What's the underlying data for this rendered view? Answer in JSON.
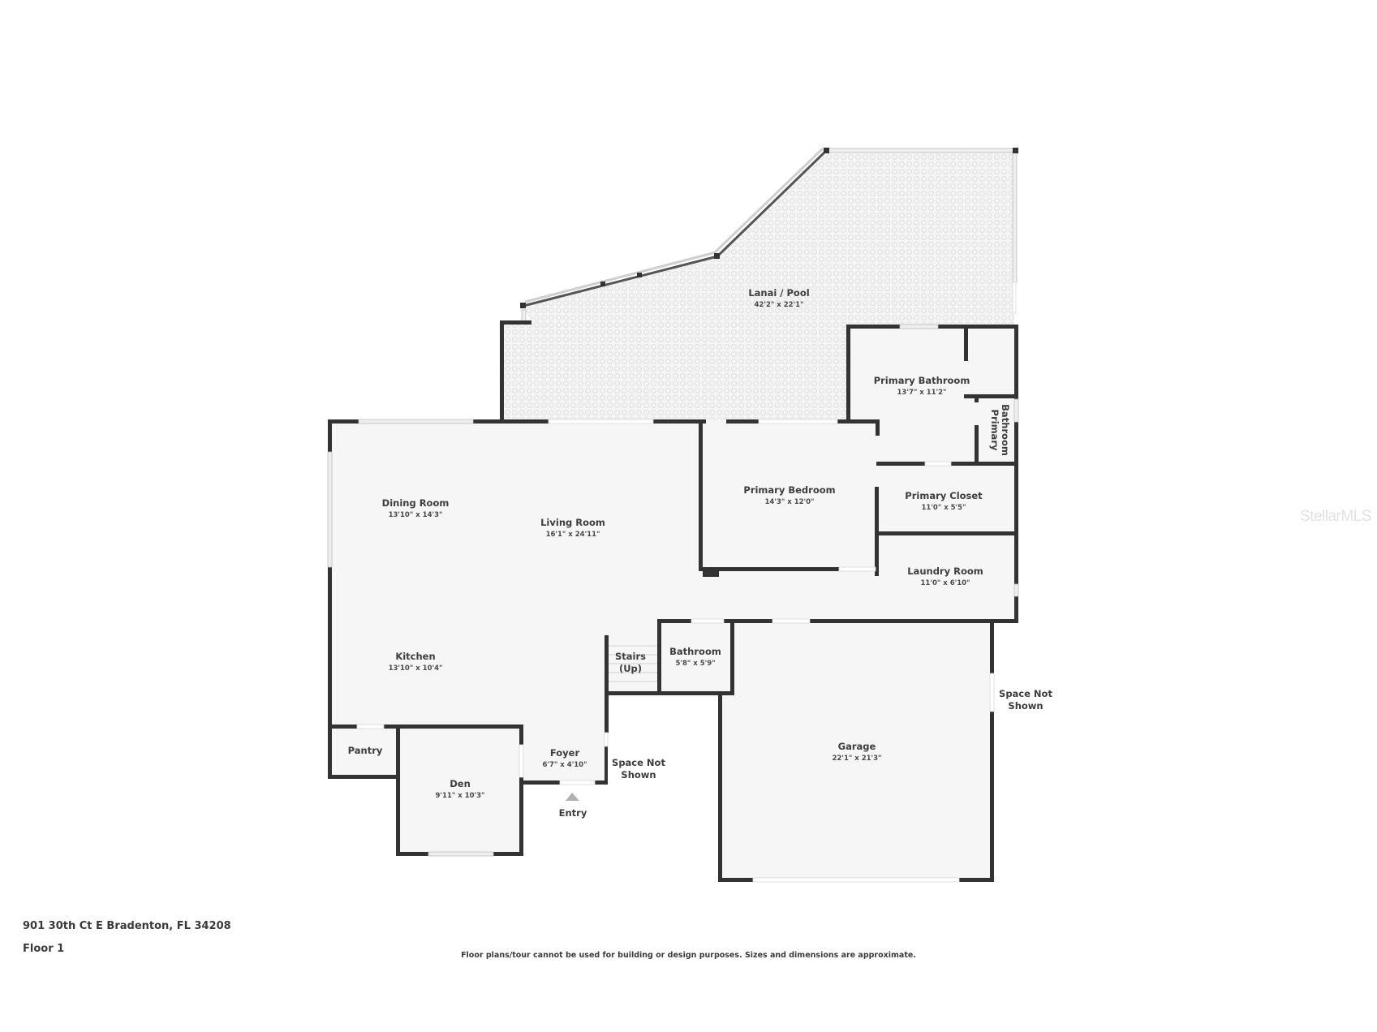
{
  "plan": {
    "address": "901 30th Ct E Bradenton, FL 34208",
    "floor": "Floor 1",
    "disclaimer": "Floor plans/tour cannot be used for building or design purposes. Sizes and dimensions are approximate.",
    "watermark": "StellarMLS",
    "colors": {
      "wall": "#333333",
      "floor": "#f6f6f6",
      "lanai_pattern": "#e3e3e3",
      "entry_arrow": "#b0b0b0"
    }
  },
  "rooms": {
    "lanai": {
      "name": "Lanai / Pool",
      "dims": "42'2\" x 22'1\""
    },
    "primary_bath": {
      "name": "Primary Bathroom",
      "dims": "13'7\" x 11'2\""
    },
    "primary_bath_2": {
      "name_line1": "Primary",
      "name_line2": "Bathroom"
    },
    "primary_bed": {
      "name": "Primary Bedroom",
      "dims": "14'3\" x 12'0\""
    },
    "primary_closet": {
      "name": "Primary Closet",
      "dims": "11'0\" x 5'5\""
    },
    "laundry": {
      "name": "Laundry Room",
      "dims": "11'0\" x 6'10\""
    },
    "dining": {
      "name": "Dining Room",
      "dims": "13'10\" x 14'3\""
    },
    "living": {
      "name": "Living Room",
      "dims": "16'1\" x 24'11\""
    },
    "kitchen": {
      "name": "Kitchen",
      "dims": "13'10\" x 10'4\""
    },
    "stairs": {
      "name_line1": "Stairs",
      "name_line2": "(Up)"
    },
    "bathroom": {
      "name": "Bathroom",
      "dims": "5'8\" x 5'9\""
    },
    "garage": {
      "name": "Garage",
      "dims": "22'1\" x 21'3\""
    },
    "pantry": {
      "name": "Pantry"
    },
    "den": {
      "name": "Den",
      "dims": "9'11\" x 10'3\""
    },
    "foyer": {
      "name": "Foyer",
      "dims": "6'7\" x 4'10\""
    }
  },
  "labels": {
    "space_not_shown_1": {
      "line1": "Space Not",
      "line2": "Shown"
    },
    "space_not_shown_2": {
      "line1": "Space Not",
      "line2": "Shown"
    },
    "entry": "Entry"
  }
}
